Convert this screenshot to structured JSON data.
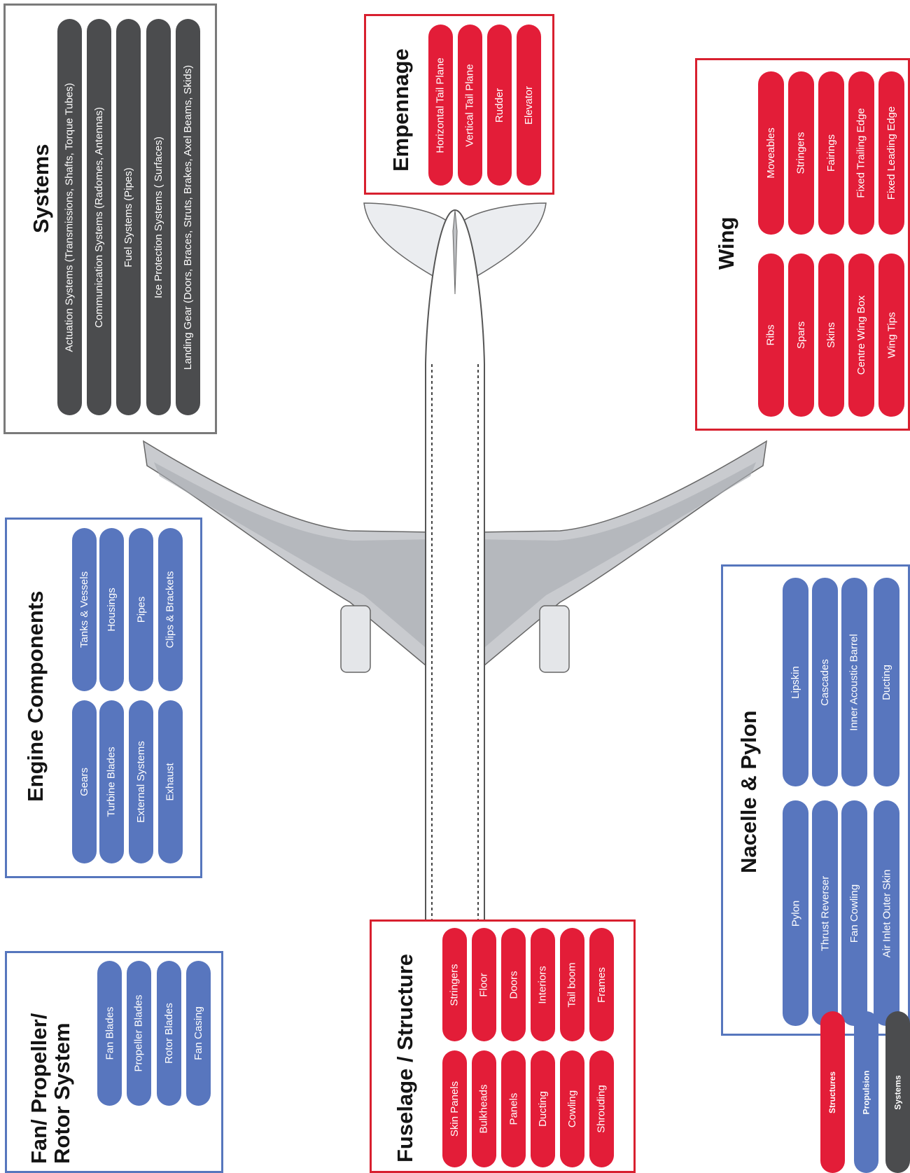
{
  "colors": {
    "structures": "#e31d38",
    "propulsion": "#5876be",
    "systems": "#4b4c4e"
  },
  "systems": {
    "title": "Systems",
    "items": [
      "Actuation Systems (Transmissions, Shafts, Torque Tubes)",
      "Communication Systems (Radomes, Antennas)",
      "Fuel Systems (Pipes)",
      "Ice Protection Systems ( Surfaces)",
      "Landing Gear (Doors, Braces, Struts, Brakes, Axel Beams, Skids)"
    ]
  },
  "empennage": {
    "title": "Empennage",
    "items": [
      "Horizontal Tail Plane",
      "Vertical Tail Plane",
      "Rudder",
      "Elevator"
    ]
  },
  "wing": {
    "title": "Wing",
    "items_a": [
      "Ribs",
      "Spars",
      "Skins",
      "Centre Wing Box",
      "Wing Tips"
    ],
    "items_b": [
      "Moveables",
      "Stringers",
      "Fairings",
      "Fixed Trailing Edge",
      "Fixed Leading Edge"
    ]
  },
  "engine": {
    "title": "Engine Components",
    "items_a": [
      "Gears",
      "Turbine Blades",
      "External Systems",
      "Exhaust"
    ],
    "items_b": [
      "Tanks & Vessels",
      "Housings",
      "Pipes",
      "Clips & Brackets"
    ]
  },
  "nacelle": {
    "title": "Nacelle & Pylon",
    "items_a": [
      "Pylon",
      "Thrust Reverser",
      "Fan Cowling",
      "Air Inlet Outer Skin"
    ],
    "items_b": [
      "Lipskin",
      "Cascades",
      "Inner Acoustic Barrel",
      "Ducting"
    ]
  },
  "fan": {
    "title_line1": "Fan/ Propeller/",
    "title_line2": "Rotor System",
    "items": [
      "Fan Blades",
      "Propeller Blades",
      "Rotor Blades",
      "Fan Casing"
    ]
  },
  "fuselage": {
    "title": "Fuselage / Structure",
    "items_a": [
      "Skin Panels",
      "Bulkheads",
      "Panels",
      "Ducting",
      "Cowling",
      "Shrouding"
    ],
    "items_b": [
      "Stringers",
      "Floor",
      "Doors",
      "Interiors",
      "Tail boom",
      "Frames"
    ]
  },
  "legend": [
    "Structures",
    "Propulsion",
    "Systems"
  ]
}
